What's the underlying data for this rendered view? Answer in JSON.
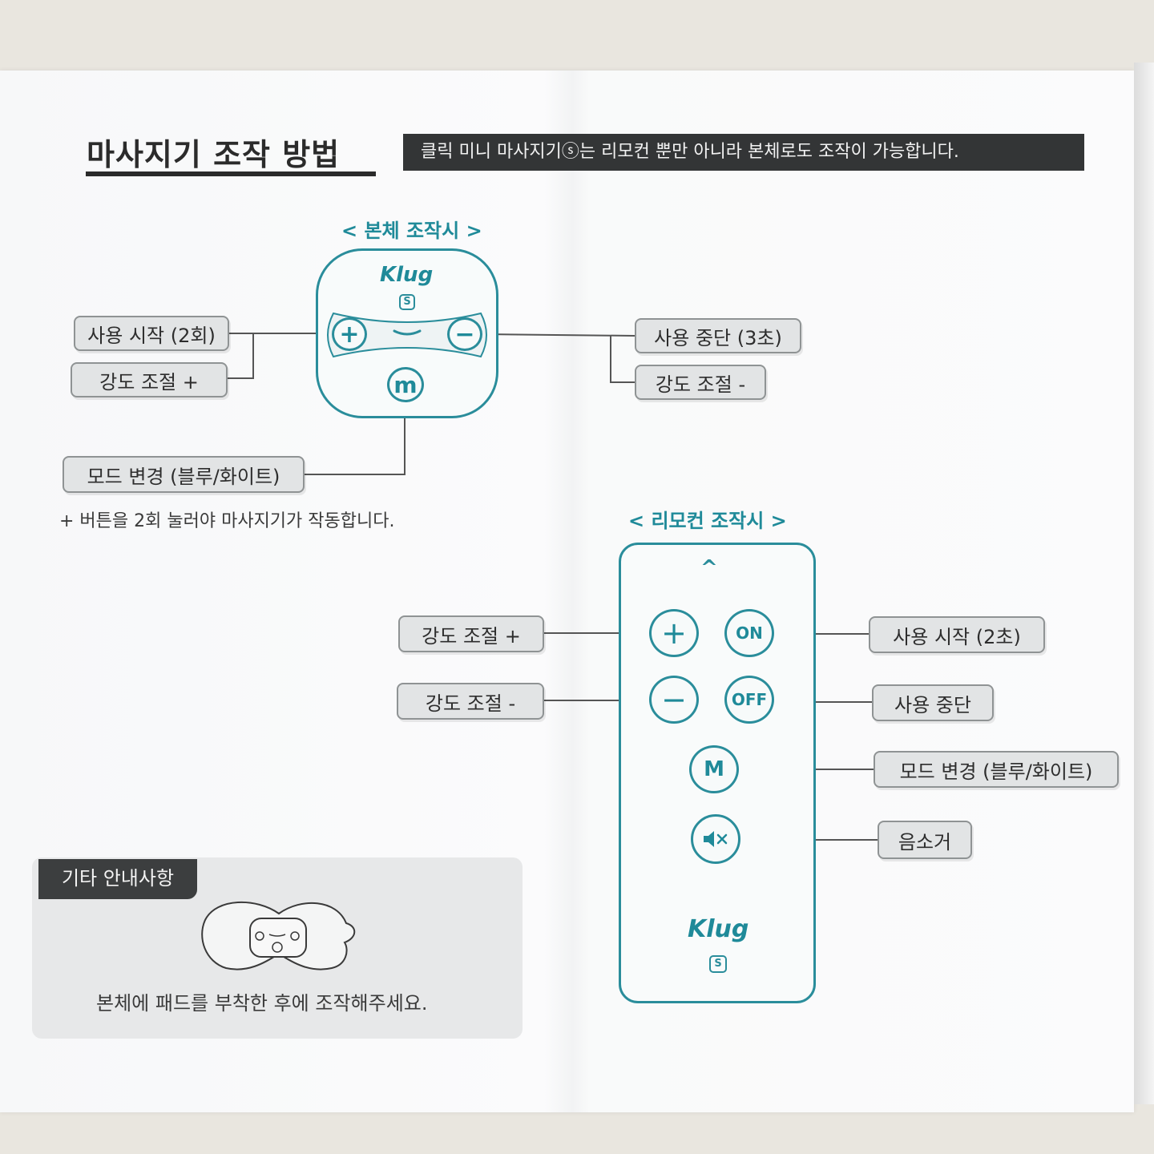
{
  "header": {
    "title": "마사지기 조작 방법",
    "banner": "클릭 미니 마사지기ⓢ는 리모컨 뿐만 아니라 본체로도 조작이 가능합니다."
  },
  "body_section": {
    "heading": "< 본체 조작시 >",
    "device_logo": "Klug",
    "device_badge": "S",
    "plus_symbol": "+",
    "minus_symbol": "−",
    "mode_symbol": "m",
    "labels": {
      "start": "사용 시작 (2회)",
      "intensity_up": "강도 조절 +",
      "stop": "사용 중단 (3초)",
      "intensity_down": "강도 조절 -",
      "mode": "모드 변경 (블루/화이트)"
    },
    "note": "+ 버튼을 2회 눌러야 마사지기가 작동합니다."
  },
  "remote_section": {
    "heading": "< 리모컨 조작시 >",
    "caret": "^",
    "buttons": {
      "plus": "+",
      "minus": "−",
      "on": "ON",
      "off": "OFF",
      "mode": "M"
    },
    "labels": {
      "intensity_up": "강도 조절 +",
      "intensity_down": "강도 조절 -",
      "start": "사용 시작 (2초)",
      "stop": "사용 중단",
      "mode": "모드 변경 (블루/화이트)",
      "mute": "음소거"
    },
    "logo": "Klug",
    "badge": "S"
  },
  "info": {
    "tag": "기타 안내사항",
    "text": "본체에 패드를 부착한 후에 조작해주세요."
  },
  "colors": {
    "accent": "#1f8a99",
    "banner_bg": "#333536",
    "label_bg": "#e2e4e5"
  }
}
